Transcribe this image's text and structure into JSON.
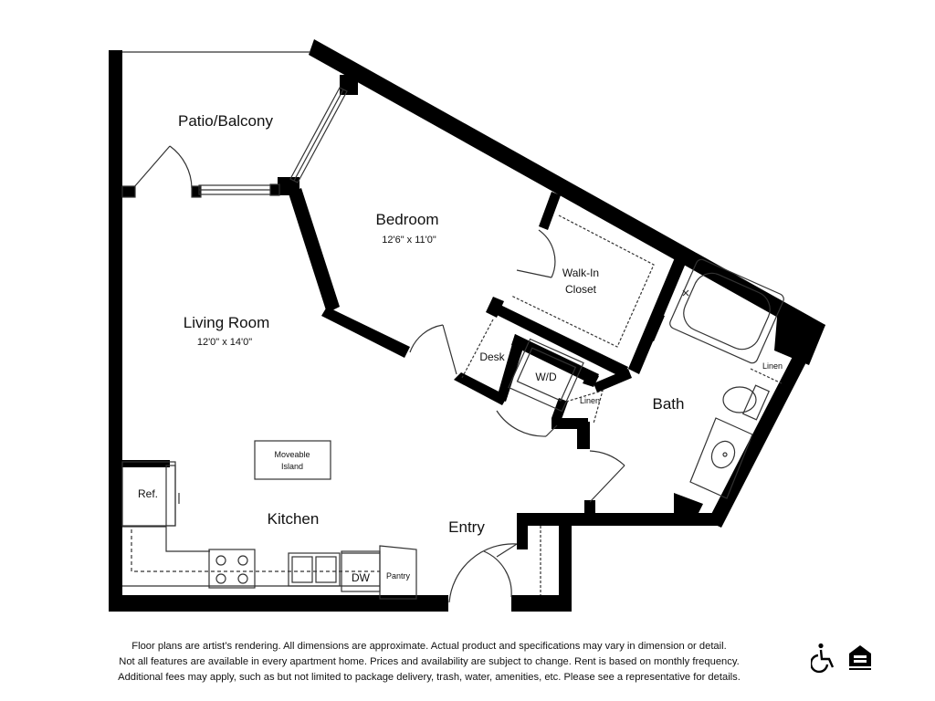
{
  "rooms": {
    "patio": "Patio/Balcony",
    "bedroom": "Bedroom",
    "bedroom_dim": "12'6\" x 11'0\"",
    "closet_line1": "Walk-In",
    "closet_line2": "Closet",
    "living": "Living Room",
    "living_dim": "12'0\" x 14'0\"",
    "desk": "Desk",
    "wd": "W/D",
    "linen_hall": "Linen",
    "bath": "Bath",
    "linen_bath": "Linen",
    "island_line1": "Moveable",
    "island_line2": "Island",
    "ref": "Ref.",
    "kitchen": "Kitchen",
    "entry": "Entry",
    "dw": "DW",
    "pantry": "Pantry"
  },
  "disclaimer": {
    "line1": "Floor plans are artist’s rendering. All dimensions are approximate. Actual product and specifications may vary in dimension or detail.",
    "line2": "Not all features are available in every apartment home. Prices and availability are subject to change. Rent is based on monthly frequency.",
    "line3": "Additional fees may apply, such as but not limited to package delivery, trash, water, amenities, etc. Please see a representative for details."
  },
  "icons": {
    "accessibility": "wheelchair-icon",
    "housing": "equal-housing-icon"
  },
  "colors": {
    "wall": "#000000",
    "line": "#333333",
    "background": "#ffffff"
  }
}
